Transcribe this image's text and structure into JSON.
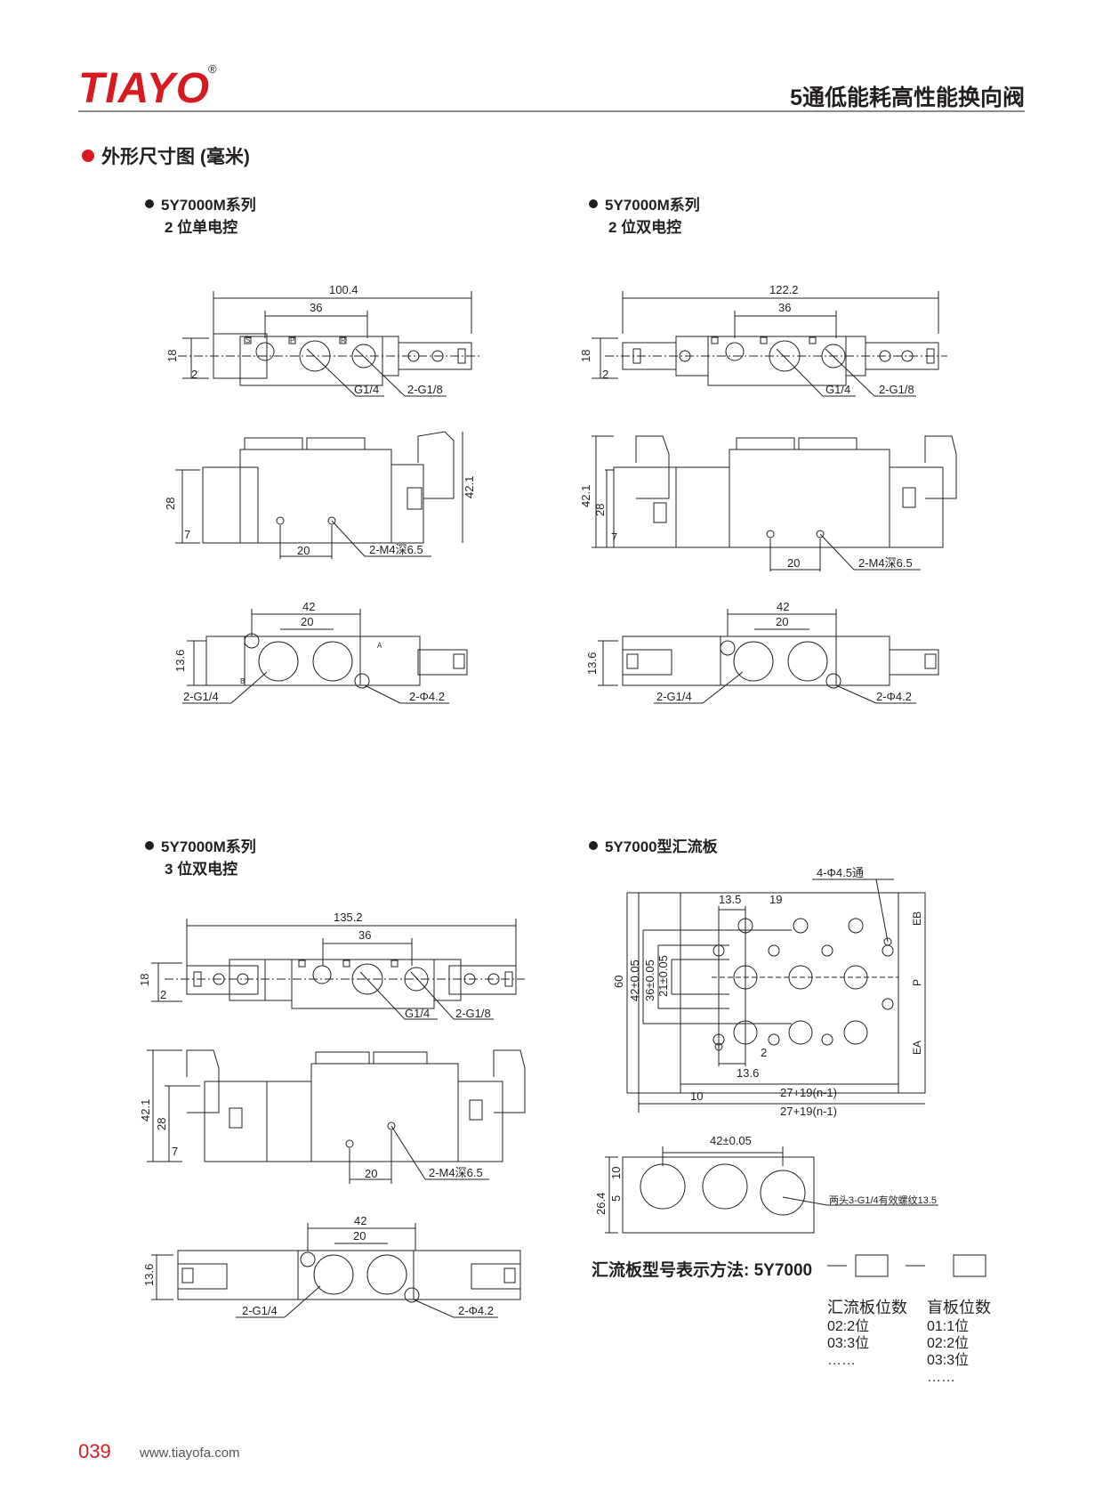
{
  "header": {
    "brand": "TIAYO",
    "registered_mark": "®",
    "title": "5通低能耗高性能换向阀"
  },
  "section": {
    "heading": "外形尺寸图 (毫米)"
  },
  "blocks": [
    {
      "title": "5Y7000M系列",
      "subtitle": "2 位单电控"
    },
    {
      "title": "5Y7000M系列",
      "subtitle": "2 位双电控"
    },
    {
      "title": "5Y7000M系列",
      "subtitle": "3 位双电控"
    },
    {
      "title": "5Y7000型汇流板",
      "subtitle": ""
    }
  ],
  "dims": {
    "d1": {
      "total": "100.4",
      "pitch": "36",
      "h18": "18",
      "h2": "2",
      "g14": "G1/4",
      "g18": "2-G1/8",
      "h28": "28",
      "h7": "7",
      "h421": "42.1",
      "w20": "20",
      "m4": "2-M4深6.5",
      "w42": "42",
      "w20b": "20",
      "h136": "13.6",
      "g14b": "2-G1/4",
      "phi": "2-Φ4.2"
    },
    "d2": {
      "total": "122.2",
      "pitch": "36",
      "h18": "18",
      "h2": "2",
      "g14": "G1/4",
      "g18": "2-G1/8",
      "h421": "42.1",
      "h28": "28",
      "h7": "7",
      "w20": "20",
      "m4": "2-M4深6.5",
      "w42": "42",
      "w20b": "20",
      "h136": "13.6",
      "g14b": "2-G1/4",
      "phi": "2-Φ4.2"
    },
    "d3": {
      "total": "135.2",
      "pitch": "36",
      "h18": "18",
      "h2": "2",
      "g14": "G1/4",
      "g18": "2-G1/8",
      "h421": "42.1",
      "h28": "28",
      "h7": "7",
      "w20": "20",
      "m4": "2-M4深6.5",
      "w42": "42",
      "w20b": "20",
      "h136": "13.6",
      "g14b": "2-G1/4",
      "phi": "2-Φ4.2"
    },
    "m": {
      "holes": "4-Φ4.5通",
      "d135": "13.5",
      "d19": "19",
      "h60": "60",
      "h42": "42±0.05",
      "h36": "36±0.05",
      "h21": "21±0.05",
      "w10": "10",
      "w2": "2",
      "w136": "13.6",
      "f1": "27+19(n-1)",
      "f2": "27+19(n-1)",
      "top42": "42±0.05",
      "s10": "10",
      "s5": "5",
      "s264": "26.4",
      "thread": "两头3-G1/4有效螺纹13.5"
    }
  },
  "ports": {
    "s": "S",
    "p": "P",
    "r": "R",
    "a": "A",
    "b": "B",
    "eb": "EB",
    "ea": "EA",
    "pp": "P"
  },
  "notation": {
    "label": "汇流板型号表示方法: 5Y7000",
    "col1": {
      "head": "汇流板位数",
      "items": [
        "02:2位",
        "03:3位",
        "……"
      ]
    },
    "col2": {
      "head": "盲板位数",
      "items": [
        "01:1位",
        "02:2位",
        "03:3位",
        "……"
      ]
    }
  },
  "footer": {
    "page": "039",
    "url": "www.tiayofa.com"
  }
}
